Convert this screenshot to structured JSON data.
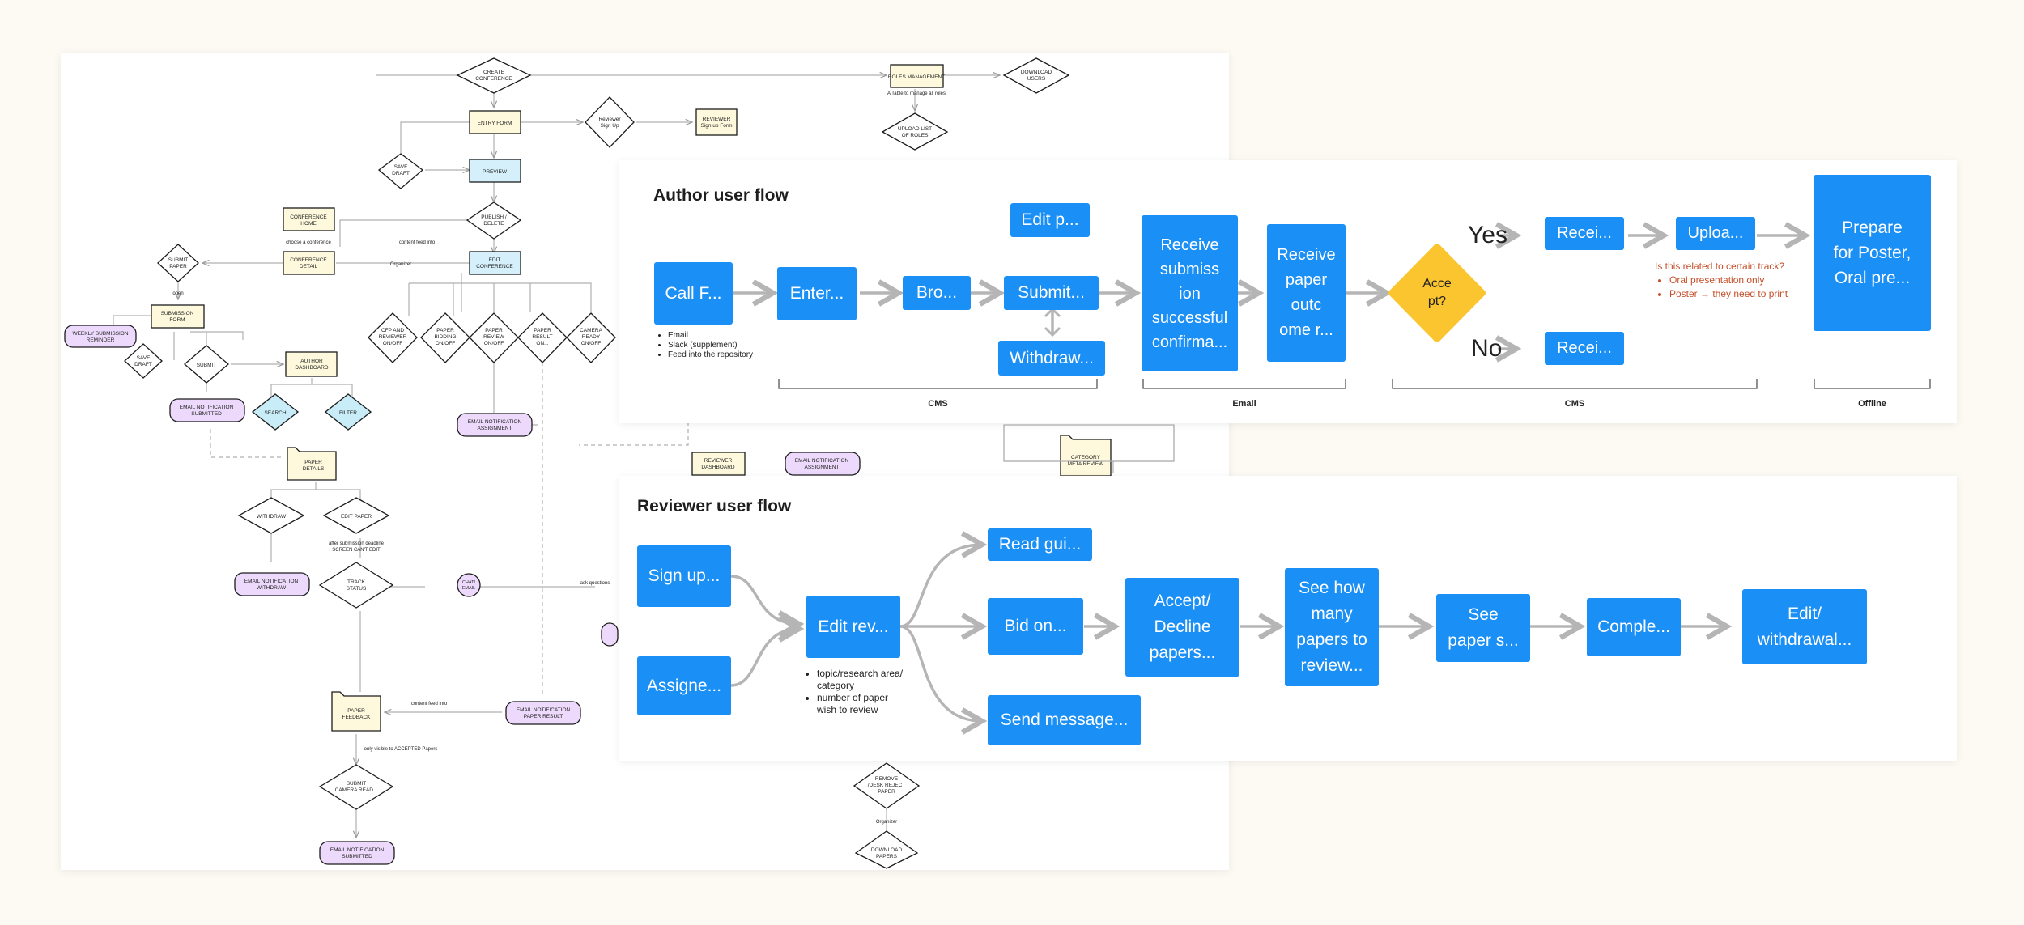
{
  "background_flow": {
    "nodes": {
      "create_conference": "CREATE CONFERENCE",
      "roles_management": "ROLES MANAGEMENT",
      "roles_note": "A Table to manage all roles",
      "download_users": "DOWNLOAD USERS",
      "upload_roles": "UPLOAD LIST OF ROLES",
      "entry_form": "ENTRY FORM",
      "reviewer_signup_decision": "Reviewer Sign Up",
      "reviewer_signup_form": "REVIEWER Sign up Form",
      "save_draft": "SAVE DRAFT",
      "preview": "PREVIEW",
      "publish_delete": "PUBLISH / DELETE",
      "conference_home": "CONFERENCE HOME",
      "choose_conference": "choose a conference",
      "content_feed": "content feed into",
      "conference_detail": "CONFERENCE DETAIL",
      "organizer": "Organizer",
      "edit_conference": "EDIT CONFERENCE",
      "submit_paper": "SUBMIT PAPER",
      "open": "open",
      "submission_form": "SUBMISSION FORM",
      "weekly_reminder": "WEEKLY SUBMISSION REMINDER",
      "save_draft_2": "SAVE DRAFT",
      "submit": "SUBMIT",
      "author_dashboard": "AUTHOR DASHBOARD",
      "cfp_reviewer": "CFP AND REVIEWER ON/OFF",
      "paper_bidding": "PAPER BIDDING ON/OFF",
      "paper_review": "PAPER REVIEW ON/OFF",
      "paper_result": "PAPER RESULT ON...",
      "camera_ready": "CAMERA READY ON/OFF",
      "email_submitted": "EMAIL NOTIFICATION SUBMITTED",
      "search": "SEARCH",
      "filter": "FILTER",
      "email_assignment": "EMAIL NOTIFICATION ASSIGNMENT",
      "paper_details": "PAPER DETAILS",
      "reviewer_dashboard": "REVIEWER DASHBOARD",
      "email_notification": "EMAIL NOTIFICATION ASSIGNMENT",
      "category_meta_review": "CATEGORY META REVIEW",
      "withdraw": "WITHDRAW",
      "edit_paper": "EDIT PAPER",
      "after_deadline": "after submission deadline SCREEN CAN'T EDIT",
      "email_withdraw": "EMAIL NOTIFICATION WITHDRAW",
      "track_status": "TRACK STATUS",
      "chat": "CHAT/ EMAIL",
      "ask_questions": "ask questions",
      "content_feed_2": "content feed into",
      "paper_feedback": "PAPER FEEDBACK",
      "email_result": "EMAIL NOTIFICATION PAPER RESULT",
      "only_visible": "only visible to ACCEPTED Papers",
      "submit_camera": "SUBMIT CAMERA READ...",
      "email_submitted_2": "EMAIL NOTIFICATION SUBMITTED",
      "remove_paper": "REMOVE /DESK REJECT PAPER",
      "organizer_2": "Organizer",
      "download_papers": "DOWNLOAD PAPERS"
    }
  },
  "author_flow": {
    "title": "Author user flow",
    "nodes": {
      "call": "Call F...",
      "enter": "Enter...",
      "browse": "Bro...",
      "submit": "Submit...",
      "edit": "Edit p...",
      "withdraw": "Withdraw...",
      "receive_submission": [
        "Receive",
        "submiss",
        "ion",
        "successful",
        "confirma..."
      ],
      "receive_outcome": [
        "Receive",
        "paper",
        "outc",
        "ome r..."
      ],
      "accept": [
        "Acce",
        "pt?"
      ],
      "yes": "Yes",
      "no": "No",
      "receive_yes": "Recei...",
      "upload": "Uploa...",
      "receive_no": "Recei...",
      "prepare": [
        "Prepare",
        "for Poster,",
        "Oral pre..."
      ]
    },
    "call_notes": [
      "Email",
      "Slack (supplement)",
      "Feed into the repository"
    ],
    "track_question": "Is this related to certain track?",
    "track_items": [
      "Oral presentation only",
      "Poster → they need to print"
    ],
    "groups": [
      "CMS",
      "Email",
      "CMS",
      "Offline"
    ],
    "colors": {
      "node": "#1a8ff5",
      "decision": "#fbc52f",
      "arrow": "#b5b5b5",
      "note": "#c4502a"
    }
  },
  "reviewer_flow": {
    "title": "Reviewer user flow",
    "nodes": {
      "signup": "Sign up...",
      "assigned": "Assigne...",
      "edit_review": "Edit rev...",
      "read_guide": "Read gui...",
      "bid": "Bid on...",
      "send_message": "Send message...",
      "accept_decline": [
        "Accept/",
        "Decline",
        "papers..."
      ],
      "see_how_many": [
        "See how",
        "many",
        "papers to",
        "review..."
      ],
      "see_paper": [
        "See",
        "paper s..."
      ],
      "complete": "Comple...",
      "edit_withdrawal": [
        "Edit/",
        "withdrawal..."
      ]
    },
    "edit_notes": [
      "topic/research area/ category",
      "number of paper wish to review"
    ]
  }
}
